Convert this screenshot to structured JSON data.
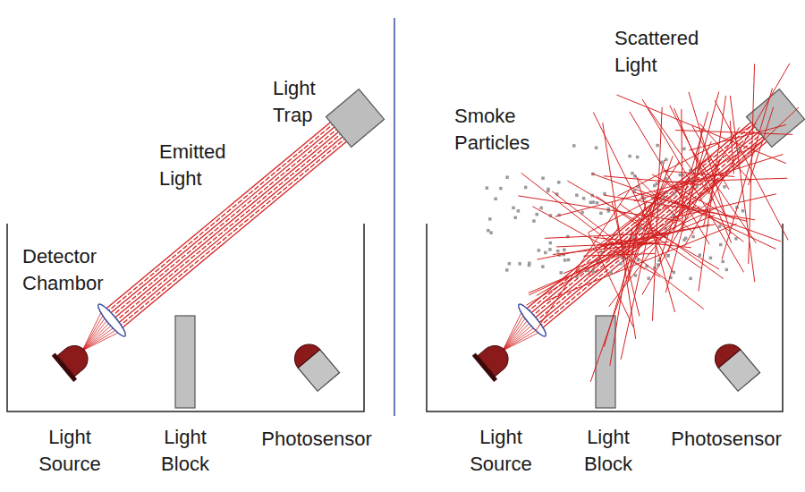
{
  "diagram": {
    "labels": [
      "Light Trap",
      "Emitted Light",
      "Detector Chambor",
      "Light Source",
      "Light Block",
      "Photosensor",
      "Scattered Light",
      "Smoke Particles",
      "Light Source",
      "Light Block",
      "Photosensor"
    ]
  }
}
